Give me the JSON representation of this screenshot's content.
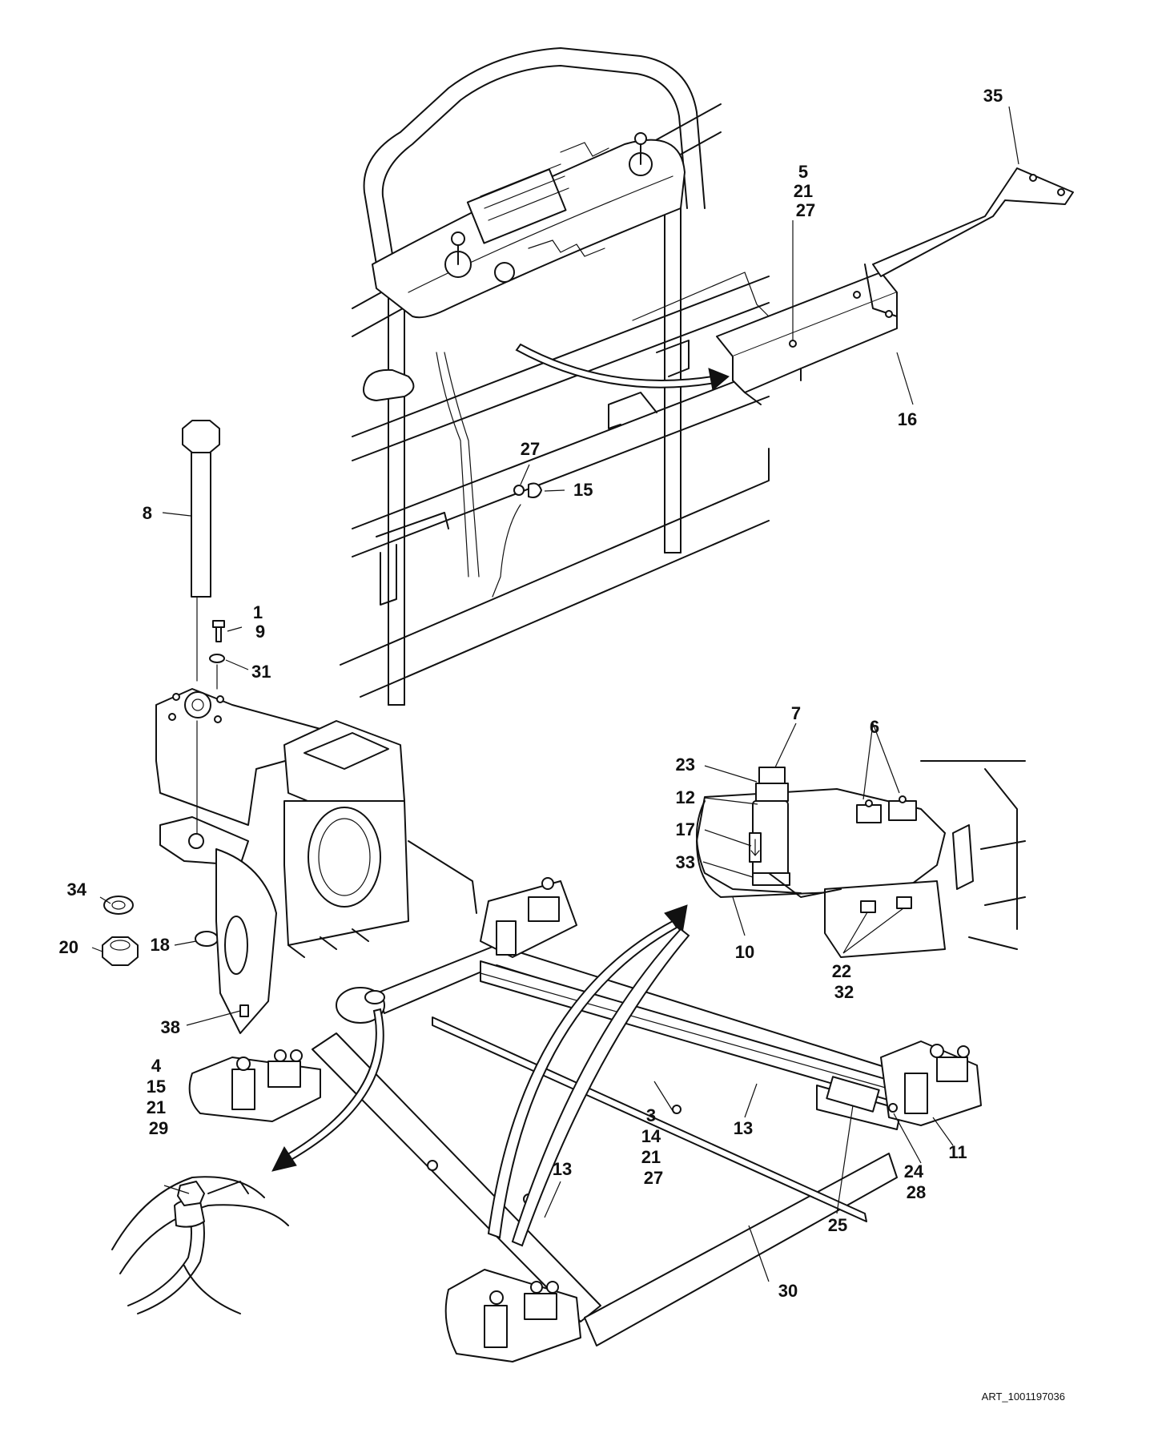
{
  "drawing_id": "ART_1001197036",
  "callouts": [
    {
      "lines": [
        "35"
      ]
    },
    {
      "lines": [
        "5",
        "21",
        "27"
      ]
    },
    {
      "lines": [
        "16"
      ]
    },
    {
      "lines": [
        "27"
      ]
    },
    {
      "lines": [
        "15"
      ]
    },
    {
      "lines": [
        "8"
      ]
    },
    {
      "lines": [
        "1",
        "9"
      ]
    },
    {
      "lines": [
        "31"
      ]
    },
    {
      "lines": [
        "7"
      ]
    },
    {
      "lines": [
        "6"
      ]
    },
    {
      "lines": [
        "23"
      ]
    },
    {
      "lines": [
        "12"
      ]
    },
    {
      "lines": [
        "17"
      ]
    },
    {
      "lines": [
        "33"
      ]
    },
    {
      "lines": [
        "10"
      ]
    },
    {
      "lines": [
        "22",
        "32"
      ]
    },
    {
      "lines": [
        "34"
      ]
    },
    {
      "lines": [
        "20"
      ]
    },
    {
      "lines": [
        "18"
      ]
    },
    {
      "lines": [
        "38"
      ]
    },
    {
      "lines": [
        "4",
        "15",
        "21",
        "29"
      ]
    },
    {
      "lines": [
        "3",
        "14",
        "21",
        "27"
      ]
    },
    {
      "lines": [
        "13"
      ]
    },
    {
      "lines": [
        "13"
      ]
    },
    {
      "lines": [
        "11"
      ]
    },
    {
      "lines": [
        "24",
        "28"
      ]
    },
    {
      "lines": [
        "25"
      ]
    },
    {
      "lines": [
        "30"
      ]
    }
  ]
}
